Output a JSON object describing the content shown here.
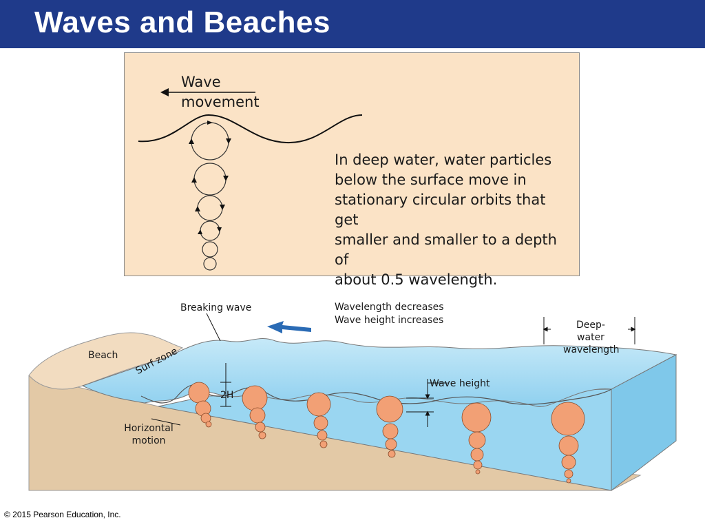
{
  "title": "Waves and Beaches",
  "upper": {
    "wave_movement_line1": "Wave",
    "wave_movement_line2": "movement",
    "deep_water_text_lines": [
      "In deep water, water particles",
      "below the surface move in",
      "stationary circular orbits that get",
      "smaller and smaller to a depth of",
      "about 0.5 wavelength."
    ]
  },
  "lower": {
    "breaking_wave": "Breaking wave",
    "wavelength_decreases": "Wavelength decreases",
    "wave_height_increases": "Wave height increases",
    "deep_water_line1": "Deep-water",
    "deep_water_line2": "wavelength",
    "beach": "Beach",
    "surf_zone": "Surf zone",
    "two_h": "2H",
    "wave_height": "Wave height",
    "horizontal_line1": "Horizontal",
    "horizontal_line2": "motion"
  },
  "footer": {
    "copyright": "© 2015 Pearson Education, Inc."
  },
  "colors": {
    "title_bg": "#1f3a8a",
    "panel_bg": "#fbe3c6",
    "water": "#a9dcf3",
    "sand": "#e3c9a6",
    "orbit": "#f2a075",
    "arrow_blue": "#2a6bb5"
  }
}
